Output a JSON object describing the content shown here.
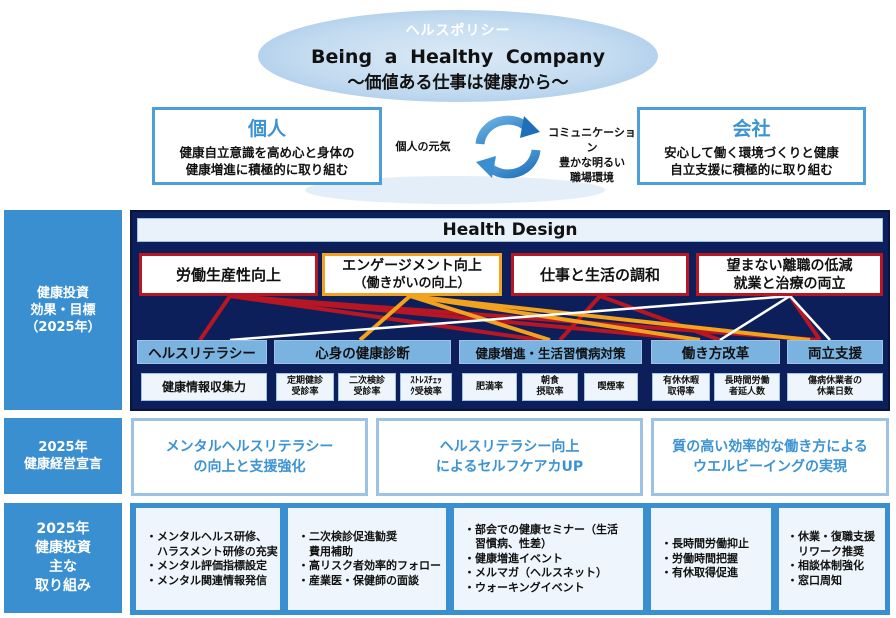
{
  "policy": {
    "subtitle": "ヘルスポリシー",
    "title": "Being a Healthy Company",
    "tagline": "～価値ある仕事は健康から～"
  },
  "individual": {
    "heading": "個人",
    "line1": "健康自立意識を高め心と身体の",
    "line2": "健康増進に積極的に取り組む"
  },
  "company": {
    "heading": "会社",
    "line1": "安心して働く環境づくりと健康",
    "line2": "自立支援に積極的に取り組む"
  },
  "cycle": {
    "left_label": "個人の元気",
    "right_line1": "コミュニケーション",
    "right_line2": "豊かな明るい",
    "right_line3": "職場環境"
  },
  "left_labels": {
    "goals": [
      "健康投資",
      "効果・目標",
      "（2025年）"
    ],
    "declaration": [
      "2025年",
      "健康経営宣言"
    ],
    "actions": [
      "2025年",
      "健康投資",
      "主な",
      "取り組み"
    ]
  },
  "health_design": {
    "title": "Health Design",
    "goals": [
      {
        "line1": "労働生産性向上",
        "line2": ""
      },
      {
        "line1": "エンゲージメント向上",
        "line2": "（働きがいの向上）"
      },
      {
        "line1": "仕事と生活の調和",
        "line2": ""
      },
      {
        "line1": "望まない離職の低減",
        "line2": "就業と治療の両立"
      }
    ],
    "categories": [
      "ヘルスリテラシー",
      "心身の健康診断",
      "健康増進・生活習慣病対策",
      "働き方改革",
      "両立支援"
    ],
    "kpis": [
      {
        "line1": "健康情報収集力",
        "line2": ""
      },
      {
        "line1": "定期健診",
        "line2": "受診率"
      },
      {
        "line1": "二次検診",
        "line2": "受診率"
      },
      {
        "line1": "ｽﾄﾚｽﾁｪｯ",
        "line2": "ｸ受検率"
      },
      {
        "line1": "肥満率",
        "line2": ""
      },
      {
        "line1": "朝食",
        "line2": "摂取率"
      },
      {
        "line1": "喫煙率",
        "line2": ""
      },
      {
        "line1": "有休休暇",
        "line2": "取得率"
      },
      {
        "line1": "長時間労働",
        "line2": "者延人数"
      },
      {
        "line1": "傷病休業者の",
        "line2": "休業日数"
      }
    ],
    "line_colors": {
      "red": "#b81622",
      "orange": "#f2a21c",
      "white": "#ffffff"
    }
  },
  "declarations": [
    {
      "line1": "メンタルヘルスリテラシー",
      "line2": "の向上と支援強化"
    },
    {
      "line1": "ヘルスリテラシー向上",
      "line2": "によるセルフケアカUP"
    },
    {
      "line1": "質の高い効率的な働き方による",
      "line2": "ウエルビーイングの実現"
    }
  ],
  "actions": [
    [
      "・メンタルヘルス研修、",
      "　ハラスメント研修の充実",
      "・メンタル評価指標設定",
      "・メンタル関連情報発信"
    ],
    [
      "・二次検診促進勧奨",
      "　費用補助",
      "・高リスク者効率的フォロー",
      "・産業医・保健師の面談"
    ],
    [
      "・部会での健康セミナー（生活",
      "　習慣病、性差）",
      "・健康増進イベント",
      "・メルマガ（ヘルスネット）",
      "・ウォーキングイベント"
    ],
    [
      "・長時間労働抑止",
      "・労働時間把握",
      "・有休取得促進"
    ],
    [
      "・休業・復職支援",
      "　リワーク推奨",
      "・相談体制強化",
      "・窓口周知"
    ]
  ],
  "colors": {
    "accent_blue": "#3a8fd0",
    "navy": "#0d1f5a",
    "light_blue": "#9cc2e6"
  }
}
